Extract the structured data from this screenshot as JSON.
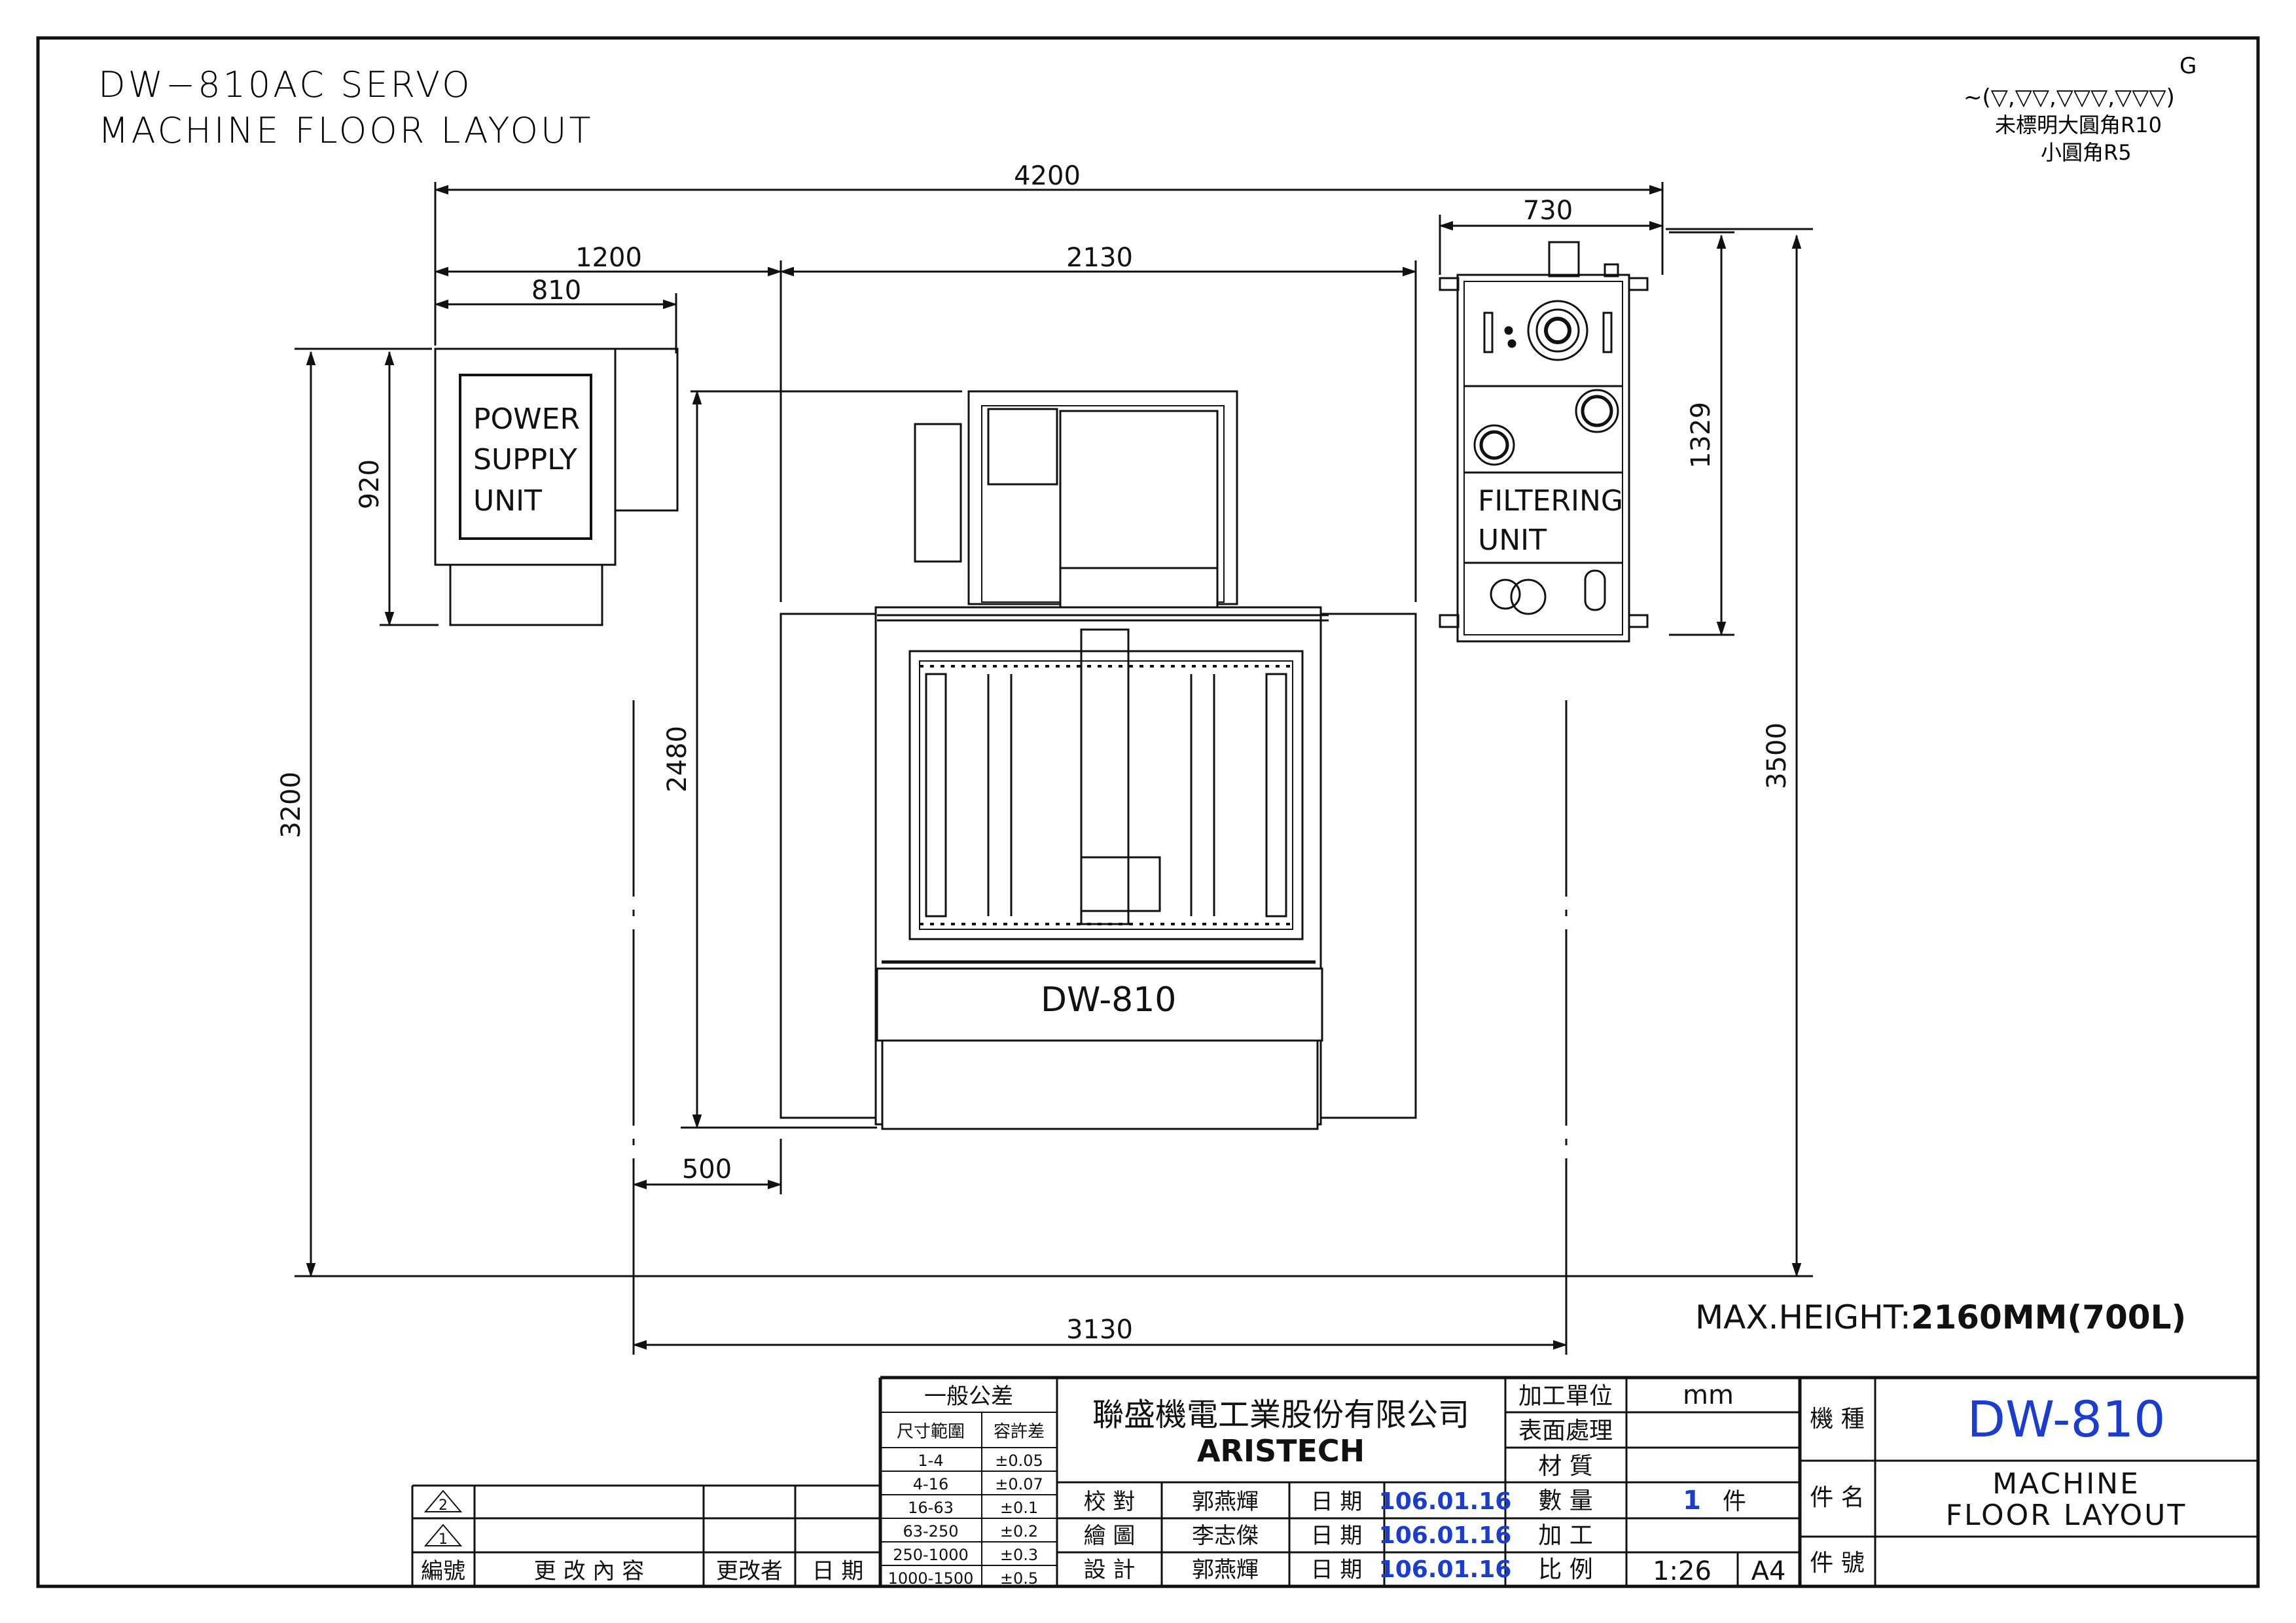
{
  "header": {
    "title_line1": "DW−810AC SERVO",
    "title_line2": "MACHINE FLOOR LAYOUT"
  },
  "finish_note": {
    "g_mark": "G",
    "symbols": "~(▽,▽▽,▽▽▽,▽▽▽)",
    "fillet_large": "未標明大圓角R10",
    "fillet_small": "小圓角R5"
  },
  "dimensions": {
    "overall_width": "4200",
    "psu_offset": "1200",
    "psu_width": "810",
    "machine_width": "2130",
    "filter_width": "730",
    "filter_depth": "1329",
    "psu_depth": "920",
    "overall_depth_left": "3200",
    "machine_depth": "2480",
    "overall_depth_right": "3500",
    "clearance": "500",
    "floor_width": "3130"
  },
  "labels": {
    "psu_line1": "POWER",
    "psu_line2": "SUPPLY",
    "psu_line3": "UNIT",
    "filter_line1": "FILTERING",
    "filter_line2": "UNIT",
    "machine": "DW-810",
    "max_height_prefix": "MAX.HEIGHT:",
    "max_height_value": "2160MM(700L)"
  },
  "title_block": {
    "tolerance_title": "一般公差",
    "tolerance_headers": [
      "尺寸範圍",
      "容許差"
    ],
    "tolerance_rows": [
      [
        "1-4",
        "±0.05"
      ],
      [
        "4-16",
        "±0.07"
      ],
      [
        "16-63",
        "±0.1"
      ],
      [
        "63-250",
        "±0.2"
      ],
      [
        "250-1000",
        "±0.3"
      ],
      [
        "1000-1500",
        "±0.5"
      ]
    ],
    "company_cn": "聯盛機電工業股份有限公司",
    "company_en": "ARISTECH",
    "revision_marks": [
      "2",
      "1"
    ],
    "revision_headers": [
      "編號",
      "更 改 內 容",
      "更改者",
      "日 期"
    ],
    "signoff": [
      {
        "role": "校 對",
        "name": "郭燕輝",
        "date_label": "日 期",
        "date": "106.01.16"
      },
      {
        "role": "繪 圖",
        "name": "李志傑",
        "date_label": "日 期",
        "date": "106.01.16"
      },
      {
        "role": "設 計",
        "name": "郭燕輝",
        "date_label": "日 期",
        "date": "106.01.16"
      }
    ],
    "unit_label": "加工單位",
    "unit_value": "mm",
    "surface_label": "表面處理",
    "material_label": "材 質",
    "qty_label": "數 量",
    "qty_value": "1",
    "qty_unit": "件",
    "process_label": "加 工",
    "scale_label": "比 例",
    "scale_value": "1:26",
    "paper_size": "A4",
    "model_label": "機 種",
    "model_value": "DW-810",
    "part_name_label": "件 名",
    "part_name_line1": "MACHINE",
    "part_name_line2": "FLOOR LAYOUT",
    "part_no_label": "件 號"
  },
  "colors": {
    "ink": "#111111",
    "blue_text": "#1a3ccf"
  }
}
